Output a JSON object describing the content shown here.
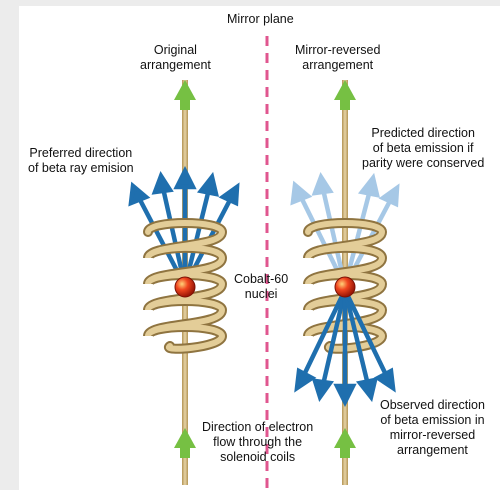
{
  "labels": {
    "mirror_plane": "Mirror plane",
    "original": [
      "Original",
      "arrangement"
    ],
    "mirror_reversed": [
      "Mirror-reversed",
      "arrangement"
    ],
    "preferred": [
      "Preferred direction",
      "of beta ray emision"
    ],
    "predicted": [
      "Predicted direction",
      "of beta emission if",
      "parity were conserved"
    ],
    "cobalt": [
      "Cobalt-60",
      "nuclei"
    ],
    "electron_flow": [
      "Direction of electron",
      "flow through the",
      "solenoid coils"
    ],
    "observed": [
      "Observed direction",
      "of beta emission in",
      "mirror-reversed",
      "arrangement"
    ]
  },
  "colors": {
    "background": "#ececec",
    "panel": "#ffffff",
    "rod": "#cdb27a",
    "coil": "#d8bf86",
    "coil_edge": "#8f7440",
    "mirror_line": "#e0568f",
    "arrow_blue": "#1f6fae",
    "arrow_light_blue": "#a6c8e6",
    "arrow_green": "#76c043",
    "nucleus": "#e8321e"
  },
  "icons": {
    "nucleus": "red-sphere",
    "field_arrow": "green-arrow",
    "emission_arrow": "blue-arrow"
  }
}
